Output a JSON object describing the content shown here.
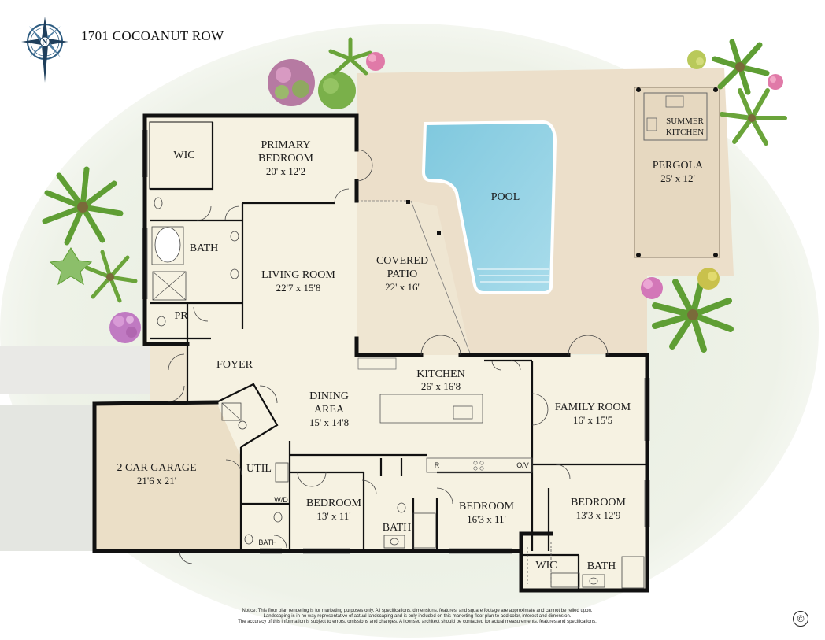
{
  "header": {
    "title": "1701 COCOANUT ROW",
    "compass_letter": "N"
  },
  "rooms": {
    "wic_primary": "WIC",
    "primary_bedroom": {
      "name_line1": "PRIMARY",
      "name_line2": "BEDROOM",
      "dims": "20' x 12'2"
    },
    "bath_primary": "BATH",
    "pr": "PR",
    "living_room": {
      "name": "LIVING ROOM",
      "dims": "22'7 x 15'8"
    },
    "covered_patio": {
      "name_line1": "COVERED",
      "name_line2": "PATIO",
      "dims": "22' x 16'"
    },
    "pool": "POOL",
    "summer_kitchen": {
      "line1": "SUMMER",
      "line2": "KITCHEN"
    },
    "pergola": {
      "name": "PERGOLA",
      "dims": "25' x 12'"
    },
    "foyer": "FOYER",
    "kitchen": {
      "name": "KITCHEN",
      "dims": "26' x 16'8"
    },
    "dining_area": {
      "name_line1": "DINING",
      "name_line2": "AREA",
      "dims": "15' x 14'8"
    },
    "family_room": {
      "name": "FAMILY ROOM",
      "dims": "16' x 15'5"
    },
    "garage": {
      "name": "2 CAR GARAGE",
      "dims": "21'6 x 21'"
    },
    "util": "UTIL",
    "wd": "W/D",
    "bath_util": "BATH",
    "bedroom_1": {
      "name": "BEDROOM",
      "dims": "13' x 11'"
    },
    "bath_hall": "BATH",
    "bedroom_2": {
      "name": "BEDROOM",
      "dims": "16'3 x 11'"
    },
    "bedroom_3": {
      "name": "BEDROOM",
      "dims": "13'3 x 12'9"
    },
    "wic_3": "WIC",
    "bath_3": "BATH",
    "fridge": "R",
    "ov": "O/V"
  },
  "footer": {
    "notice_line1": "Notice: This floor plan rendering is for marketing purposes only. All specifications, dimensions, features, and square footage are approximate and cannot be relied upon.",
    "notice_line2": "Landscaping is in no way representative of actual landscaping and is only included on this marketing floor plan to add color, interest and dimension.",
    "notice_line3": "The accuracy of this information is subject to errors, omissions and changes. A licensed architect should be contacted for actual measurements, features and specifications.",
    "copyright_symbol": "©"
  },
  "colors": {
    "lawn": "#edf1e6",
    "floor": "#f5f2e3",
    "deck": "#ece0cd",
    "garage": "#e8dcc4",
    "pool": "#8fd0e3",
    "wall": "#111111",
    "palm": "#6aa43a",
    "flower": "#c877b8"
  }
}
